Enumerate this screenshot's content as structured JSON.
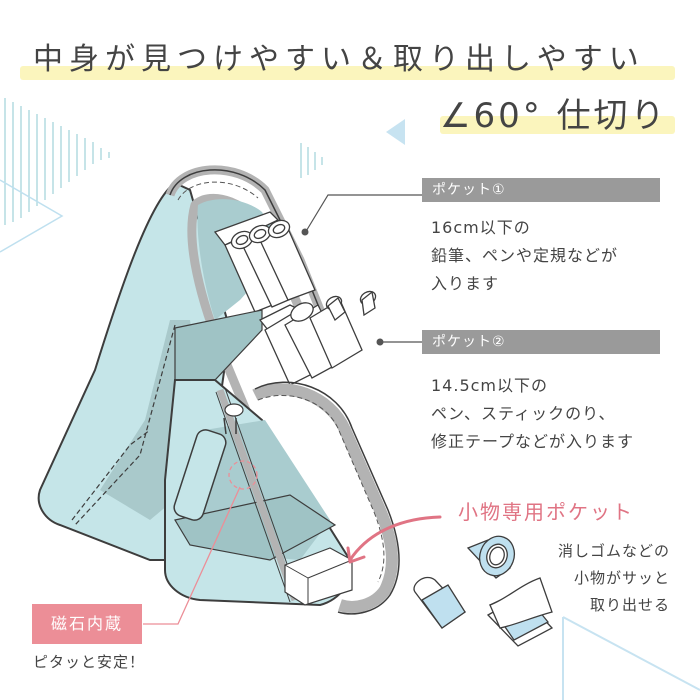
{
  "header": {
    "title": "中身が見つけやすい＆取り出しやすい",
    "subtitle": "∠60° 仕切り"
  },
  "pockets": [
    {
      "label": "ポケット①",
      "description_lines": [
        "16cm以下の",
        "鉛筆、ペンや定規などが",
        "入ります"
      ]
    },
    {
      "label": "ポケット②",
      "description_lines": [
        "14.5cm以下の",
        "ペン、スティックのり、",
        "修正テープなどが入ります"
      ]
    }
  ],
  "small_pocket": {
    "title": "小物専用ポケット",
    "description_lines": [
      "消しゴムなどの",
      "小物がサッと",
      "取り出せる"
    ]
  },
  "magnet": {
    "label": "磁石内蔵",
    "caption": "ピタッと安定！"
  },
  "colors": {
    "highlight_yellow": "#fbf4b6",
    "label_gray": "#9a9a9a",
    "accent_pink": "#ec8e97",
    "pink_text": "#e07484",
    "bag_mint": "#c5e5e8",
    "bag_inner": "#a9cccf",
    "zipper_gray": "#b3b3b3",
    "deco_blue": "#bfe0ef"
  }
}
